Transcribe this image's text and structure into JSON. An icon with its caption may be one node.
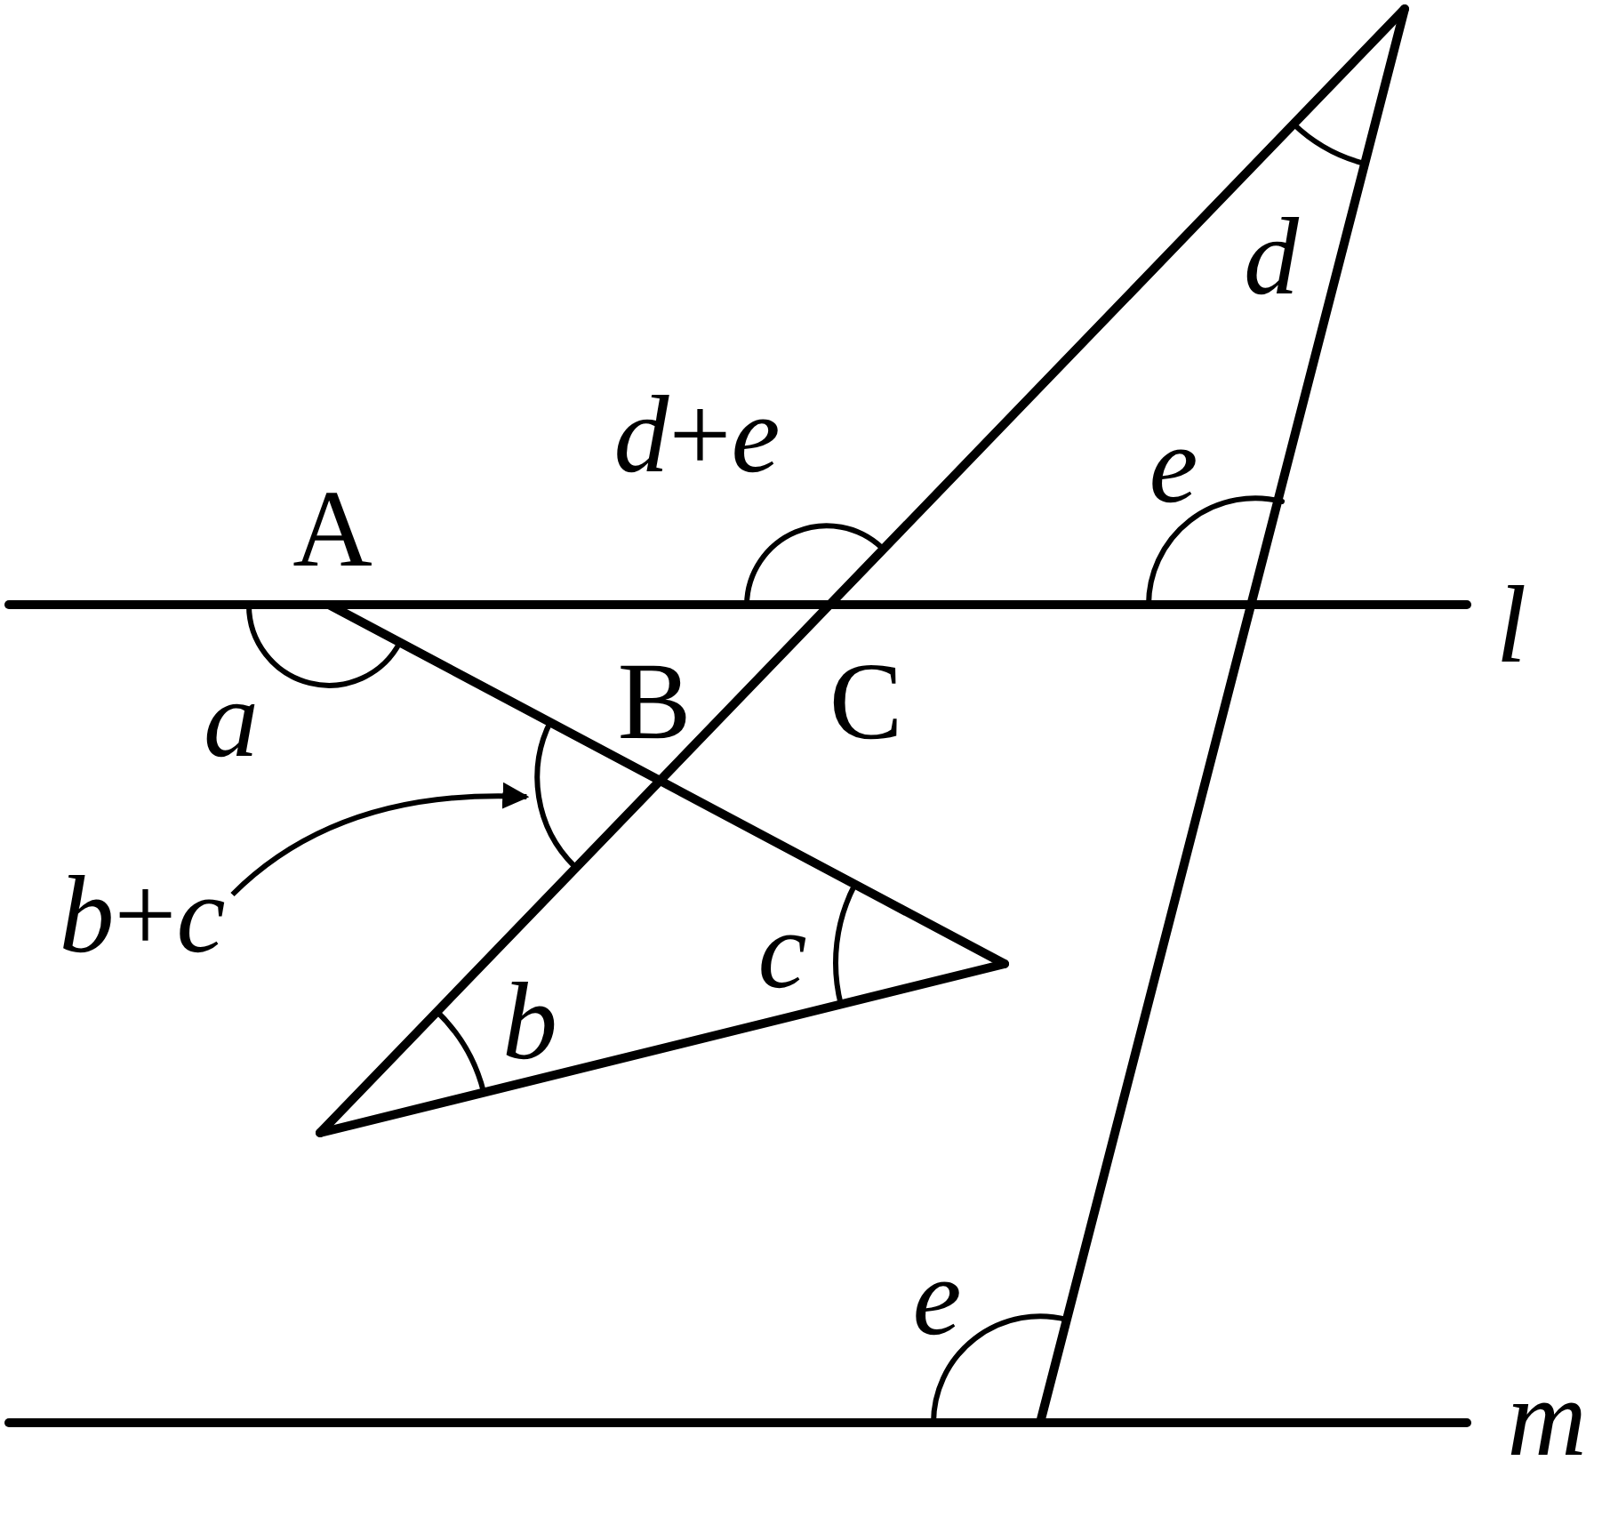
{
  "diagram": {
    "nodes": [
      {
        "text": [
          "*b*+*c*"
        ]
      },
      {
        "text": [],
        "shape": "arc"
      }
    ],
    "edges": [
      {
        "from": 0,
        "to": 1,
        "arrow": "to"
      }
    ],
    "labels": [
      "d",
      "e",
      "*d*+*e*",
      "A",
      "l",
      "a",
      "B",
      "C",
      "c",
      "b",
      "e",
      "m"
    ]
  }
}
